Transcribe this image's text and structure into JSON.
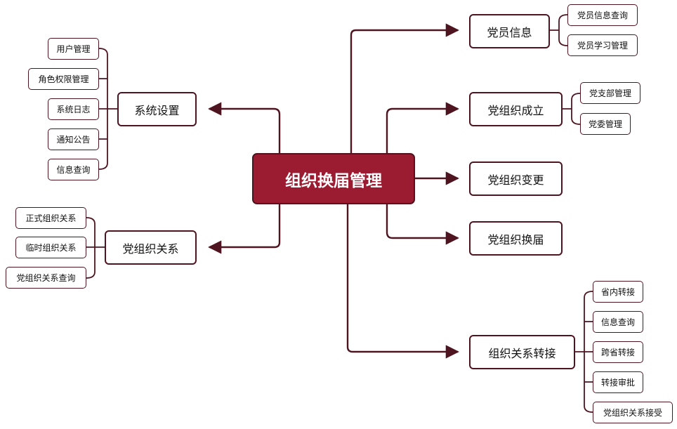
{
  "root": {
    "label": "组织换届管理"
  },
  "right": [
    {
      "label": "党员信息",
      "children": [
        "党员信息查询",
        "党员学习管理"
      ]
    },
    {
      "label": "党组织成立",
      "children": [
        "党支部管理",
        "党委管理"
      ]
    },
    {
      "label": "党组织变更",
      "children": []
    },
    {
      "label": "党组织换届",
      "children": []
    },
    {
      "label": "组织关系转接",
      "children": [
        "省内转接",
        "信息查询",
        "跨省转接",
        "转接审批",
        "党组织关系接受"
      ]
    }
  ],
  "left": [
    {
      "label": "系统设置",
      "children": [
        "用户管理",
        "角色权限管理",
        "系统日志",
        "通知公告",
        "信息查询"
      ]
    },
    {
      "label": "党组织关系",
      "children": [
        "正式组织关系",
        "临时组织关系",
        "党组织关系查询"
      ]
    }
  ],
  "colors": {
    "accent": "#9b1b30",
    "line": "#4e1520"
  }
}
